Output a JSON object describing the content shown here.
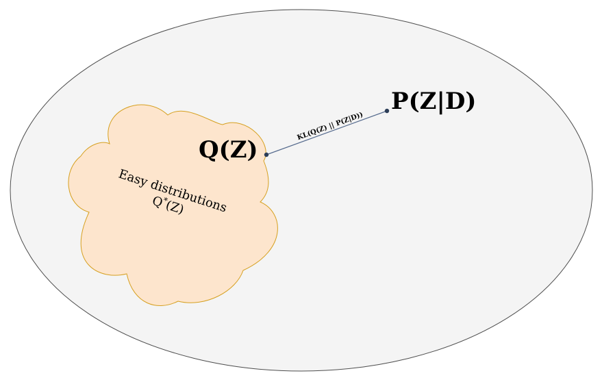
{
  "space": {
    "fill": "#f4f4f4",
    "stroke": "#4d4d4d"
  },
  "cloud": {
    "fill": "#fde5cd",
    "stroke": "#d6a020",
    "line1": "Easy distributions",
    "line2_base": "Q",
    "line2_sup": "*",
    "line2_rest": "(Z)"
  },
  "q_label": "Q(Z)",
  "p_label": "P(Z|D)",
  "kl_label": "KL(Q(Z) || P(Z|D))",
  "connector": {
    "stroke": "#566b8e",
    "dot_fill": "#2c3d57"
  }
}
